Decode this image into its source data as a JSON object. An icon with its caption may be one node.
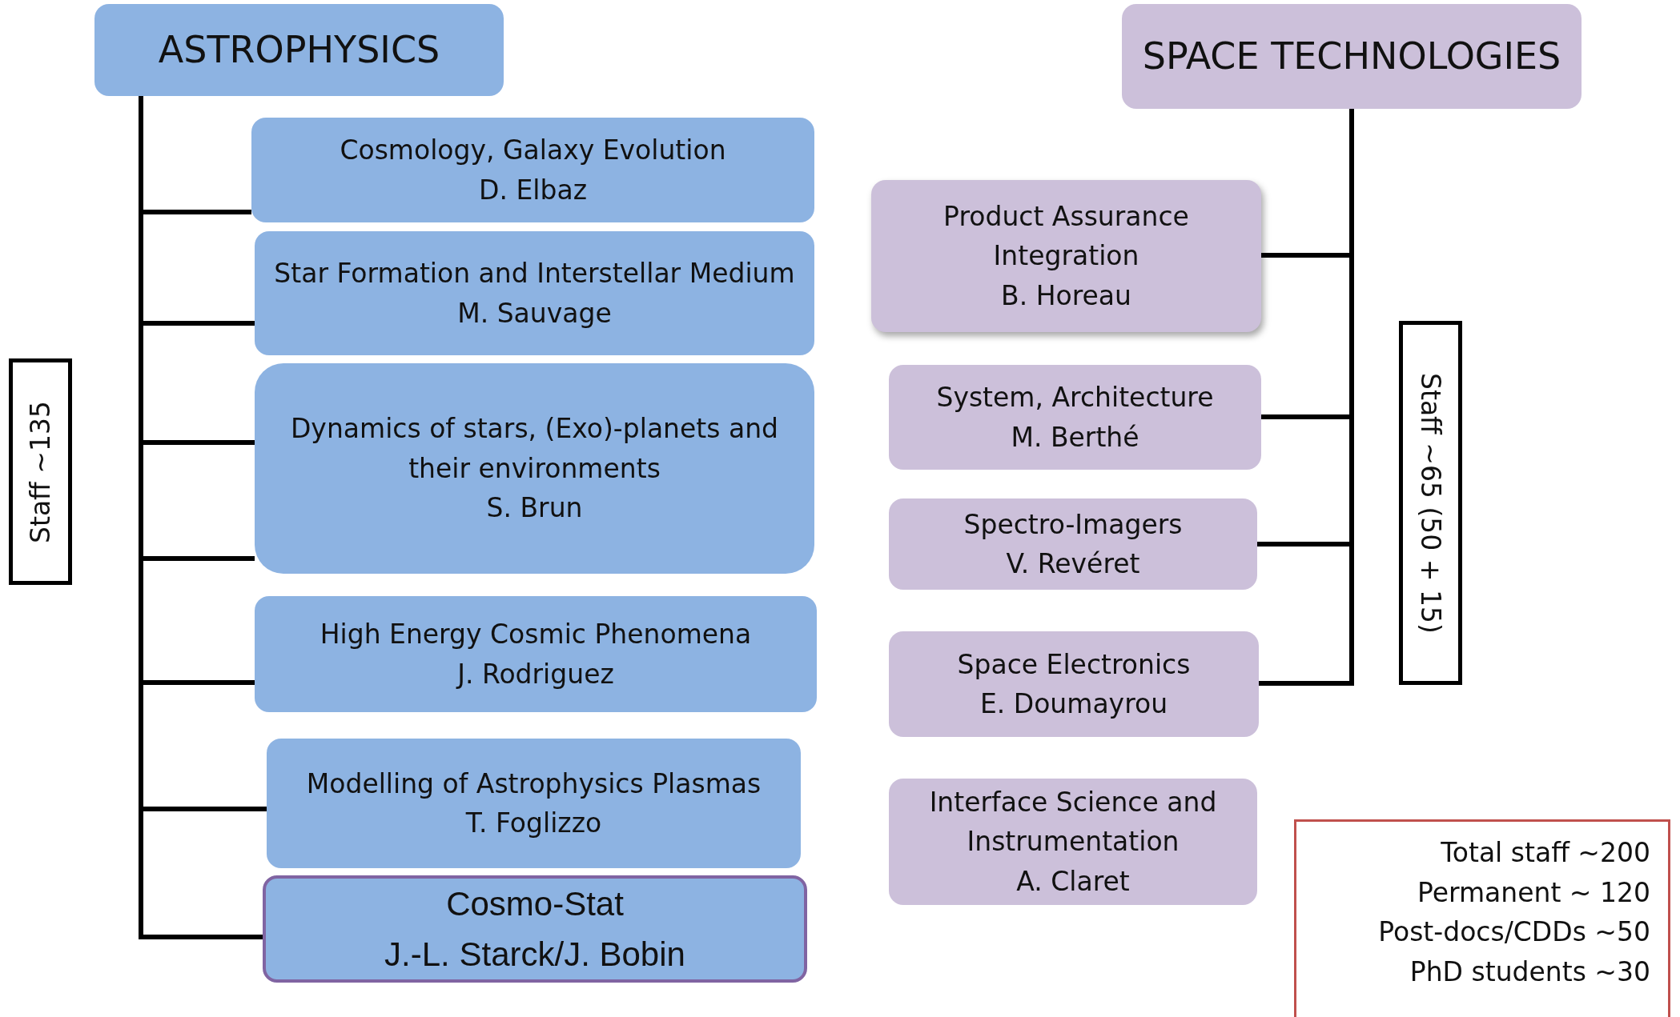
{
  "diagram": {
    "nodes": [
      {
        "text": [
          "ASTROPHYSICS"
        ]
      },
      {
        "text": [
          "Cosmology, Galaxy Evolution",
          "D. Elbaz"
        ]
      },
      {
        "text": [
          "Star Formation and Interstellar Medium",
          "M. Sauvage"
        ]
      },
      {
        "text": [
          "Dynamics of stars, (Exo)-planets and their environments",
          "S. Brun"
        ]
      },
      {
        "text": [
          "High Energy Cosmic Phenomena",
          "J. Rodriguez"
        ]
      },
      {
        "text": [
          "Modelling of Astrophysics Plasmas",
          "T. Foglizzo"
        ]
      },
      {
        "text": [
          "Cosmo-Stat",
          "J.-L. Starck/J. Bobin"
        ]
      },
      {
        "text": [
          "Staff ~135"
        ]
      },
      {
        "text": [
          "SPACE TECHNOLOGIES"
        ]
      },
      {
        "text": [
          "Product Assurance Integration",
          "B. Horeau"
        ]
      },
      {
        "text": [
          "System, Architecture",
          "M. Berthé"
        ]
      },
      {
        "text": [
          "Spectro-Imagers",
          "V. Revéret"
        ]
      },
      {
        "text": [
          "Space Electronics",
          "E. Doumayrou"
        ]
      },
      {
        "text": [
          "Interface Science and Instrumentation",
          "A. Claret"
        ]
      },
      {
        "text": [
          "Staff ~65 (50 + 15)"
        ]
      },
      {
        "text": [
          "Total staff ~200",
          "Permanent ~ 120",
          "Post-docs/CDDs ~50",
          "PhD students ~30"
        ]
      }
    ],
    "edges": [
      {
        "from": 0,
        "to": 1,
        "arrow": "none"
      },
      {
        "from": 0,
        "to": 2,
        "arrow": "none"
      },
      {
        "from": 0,
        "to": 3,
        "arrow": "none"
      },
      {
        "from": 0,
        "to": 3,
        "arrow": "none"
      },
      {
        "from": 0,
        "to": 4,
        "arrow": "none"
      },
      {
        "from": 0,
        "to": 5,
        "arrow": "none"
      },
      {
        "from": 0,
        "to": 6,
        "arrow": "none"
      },
      {
        "from": 8,
        "to": 9,
        "arrow": "none"
      },
      {
        "from": 8,
        "to": 10,
        "arrow": "none"
      },
      {
        "from": 8,
        "to": 11,
        "arrow": "none"
      },
      {
        "from": 8,
        "to": 12,
        "arrow": "none"
      }
    ]
  }
}
